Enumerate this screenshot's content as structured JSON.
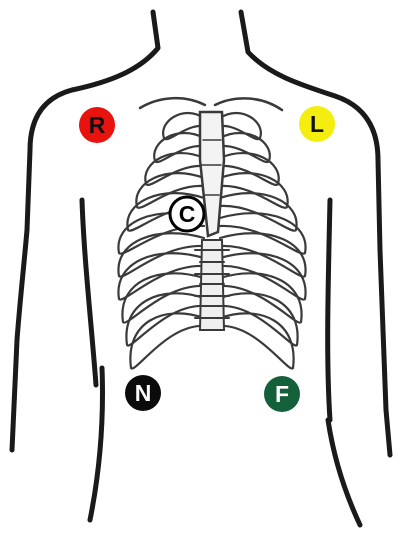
{
  "electrodes": [
    {
      "id": "R",
      "label": "R",
      "fill": "#e8130f",
      "text_color": "#111111"
    },
    {
      "id": "L",
      "label": "L",
      "fill": "#f4ee10",
      "text_color": "#111111"
    },
    {
      "id": "C",
      "label": "C",
      "fill": "#ffffff",
      "text_color": "#000000"
    },
    {
      "id": "N",
      "label": "N",
      "fill": "#0b0b0b",
      "text_color": "#ffffff"
    },
    {
      "id": "F",
      "label": "F",
      "fill": "#14603a",
      "text_color": "#ffffff"
    }
  ],
  "colors": {
    "outline": "#1a1a1a",
    "bone": "#3a3a3a",
    "background": "#ffffff"
  }
}
